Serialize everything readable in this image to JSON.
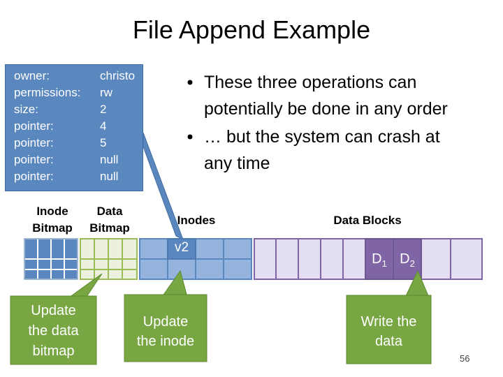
{
  "title": "File Append Example",
  "inode": {
    "rows": [
      {
        "key": "owner:",
        "value": "christo"
      },
      {
        "key": "permissions:",
        "value": "rw"
      },
      {
        "key": "size:",
        "value": "2"
      },
      {
        "key": "pointer:",
        "value": "4"
      },
      {
        "key": "pointer:",
        "value": "5"
      },
      {
        "key": "pointer:",
        "value": "null"
      },
      {
        "key": "pointer:",
        "value": "null"
      }
    ]
  },
  "bullets": [
    {
      "line1": "These three operations can",
      "line2": "potentially be done in any order"
    },
    {
      "line1": "… but the system can crash at",
      "line2": "any time"
    }
  ],
  "labels": {
    "inode_bitmap_1": "Inode",
    "inode_bitmap_2": "Bitmap",
    "data_bitmap_1": "Data",
    "data_bitmap_2": "Bitmap",
    "inodes": "Inodes",
    "data_blocks": "Data Blocks"
  },
  "blocks": {
    "v2": "v2",
    "d1": "D",
    "d1_sub": "1",
    "d2": "D",
    "d2_sub": "2"
  },
  "callouts": {
    "data_bitmap": {
      "l1": "Update",
      "l2": "the data",
      "l3": "bitmap"
    },
    "inode": {
      "l1": "Update",
      "l2": "the inode"
    },
    "data": {
      "l1": "Write the",
      "l2": "data"
    }
  },
  "page_number": "56",
  "colors": {
    "inode_blue": "#5b87bf",
    "inode_bitmap_fill": "#5b87bf",
    "inode_region_fill": "#94b3dd",
    "data_bitmap_fill": "#ebf1de",
    "data_bitmap_border": "#9bbb59",
    "data_region_fill": "#e4dff0",
    "data_block_highlight": "#7f65a6",
    "callout_green": "#77a643",
    "callout_blue": "#5b87bf"
  }
}
